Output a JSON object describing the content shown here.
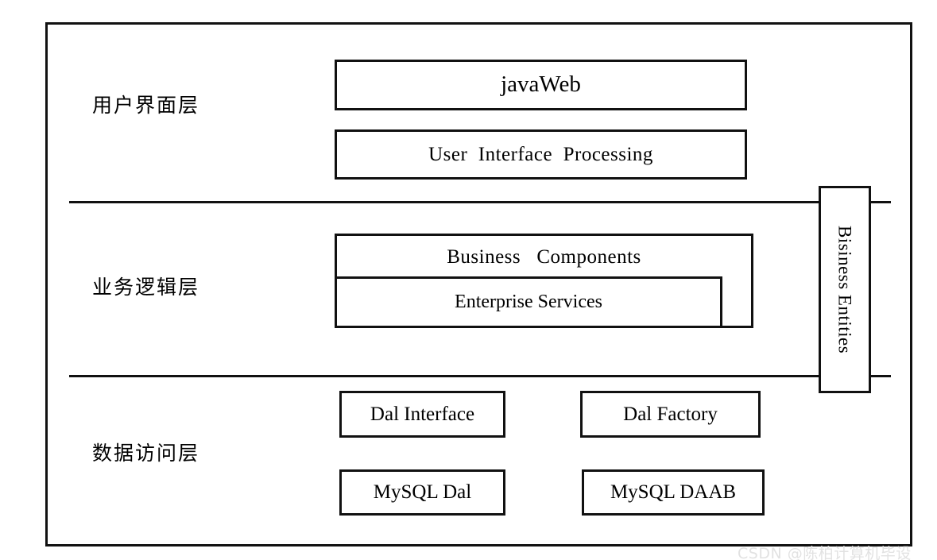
{
  "diagram": {
    "type": "three-tier-architecture",
    "layers": [
      {
        "id": "presentation",
        "label": "用户界面层",
        "components": [
          {
            "id": "javaweb",
            "label": "javaWeb"
          },
          {
            "id": "user-interface-processing",
            "label": "User  Interface  Processing"
          }
        ]
      },
      {
        "id": "business-logic",
        "label": "业务逻辑层",
        "components": [
          {
            "id": "business-components",
            "label": "Business   Components"
          },
          {
            "id": "enterprise-services",
            "label": "Enterprise Services"
          }
        ]
      },
      {
        "id": "data-access",
        "label": "数据访问层",
        "components": [
          {
            "id": "dal-interface",
            "label": "Dal Interface"
          },
          {
            "id": "dal-factory",
            "label": "Dal Factory"
          },
          {
            "id": "mysql-dal",
            "label": "MySQL Dal"
          },
          {
            "id": "mysql-daab",
            "label": "MySQL DAAB"
          }
        ]
      }
    ],
    "side_bar": {
      "id": "business-entities",
      "label": "Bisiness Entities",
      "orientation": "vertical",
      "spans": [
        "business-logic",
        "data-access"
      ]
    },
    "colors": {
      "stroke": "#111111",
      "background": "#ffffff",
      "text": "#000000",
      "watermark": "#e2e2e2"
    }
  },
  "watermark": {
    "text": "CSDN @陈柏计算机毕设"
  }
}
